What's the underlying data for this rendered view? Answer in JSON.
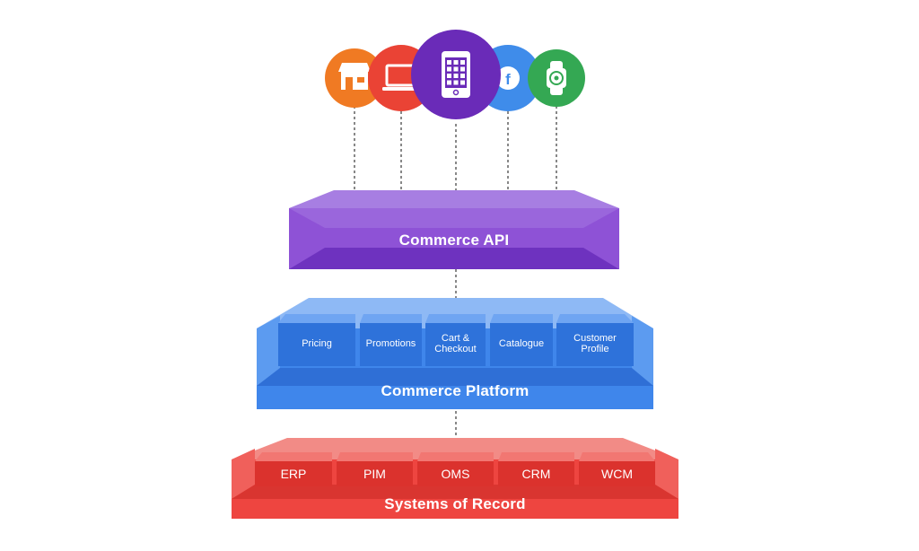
{
  "channels": [
    {
      "icon": "store-icon",
      "color": "#F07A23"
    },
    {
      "icon": "laptop-icon",
      "color": "#EA4335"
    },
    {
      "icon": "mobile-icon",
      "color": "#6A2BB8"
    },
    {
      "icon": "facebook-icon",
      "color": "#3F8CEA"
    },
    {
      "icon": "smartwatch-icon",
      "color": "#34A853"
    }
  ],
  "layers": {
    "api": {
      "label": "Commerce API",
      "color": "#8E52D6"
    },
    "platform": {
      "label": "Commerce Platform",
      "color": "#3F86EB",
      "modules": [
        "Pricing",
        "Promotions",
        "Cart &\nCheckout",
        "Catalogue",
        "Customer\nProfile"
      ]
    },
    "records": {
      "label": "Systems of Record",
      "color": "#EE4540",
      "modules": [
        "ERP",
        "PIM",
        "OMS",
        "CRM",
        "WCM"
      ]
    }
  }
}
